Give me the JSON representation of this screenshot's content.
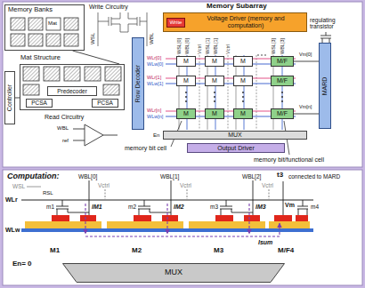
{
  "diagram": {
    "nodes": [
      {
        "text": [
          "Memory Banks"
        ]
      },
      {
        "text": [
          "Mat Structure"
        ]
      },
      {
        "text": [
          "Predecoder"
        ],
        "in": 1
      },
      {
        "text": [
          "PCSA"
        ],
        "in": 1
      },
      {
        "text": [
          "PCSA"
        ],
        "in": 1
      },
      {
        "text": [
          "Controller"
        ]
      },
      {
        "text": [
          "Voltage Driver (memory and computation)"
        ]
      },
      {
        "text": [
          "Write"
        ],
        "in": 6
      },
      {
        "text": [
          "Row Decoder"
        ]
      },
      {
        "text": [
          "MARD"
        ]
      },
      {
        "text": [
          "M"
        ]
      },
      {
        "text": [
          "M"
        ]
      },
      {
        "text": [
          "M"
        ]
      },
      {
        "text": [
          "M/F"
        ]
      },
      {
        "text": [
          "M"
        ]
      },
      {
        "text": [
          "M"
        ]
      },
      {
        "text": [
          "M"
        ]
      },
      {
        "text": [
          "M/F"
        ]
      },
      {
        "text": [
          "M"
        ]
      },
      {
        "text": [
          "M"
        ]
      },
      {
        "text": [
          "M"
        ]
      },
      {
        "text": [
          "M/F"
        ]
      },
      {
        "text": [
          "MUX"
        ]
      },
      {
        "text": [
          "Output Driver"
        ]
      },
      {
        "text": [
          "MUX"
        ]
      }
    ],
    "edges": [
      {
        "from": 0,
        "to": 1,
        "arrow": "none"
      },
      {
        "from": 5,
        "to": 1,
        "arrow": "none"
      }
    ],
    "labels": [
      "Write Circuitry",
      "WSL",
      "WBL",
      "Memory Subarray",
      "regulating transistor",
      "WSL[0]",
      "WBL[0]",
      "Vctrl",
      "WSL[1]",
      "WBL[1]",
      "Vctrl",
      "WSL[3]",
      "WBL[3]",
      "WLr[0]",
      "WLw[0]",
      "WLr[1]",
      "WLw[1]",
      "WLr[n]",
      "WLw[n]",
      "Vm[0]",
      "Vm[n]",
      "En",
      "Read Circuitry",
      "WBL",
      "ref",
      "memory bit cell",
      "memory bit/functional cell",
      "Computation:",
      "WSL",
      "WLr",
      "WLw",
      "WBL[0]",
      "WBL[1]",
      "WBL[2]",
      "Vctrl",
      "Vctrl",
      "Vctrl",
      "t3",
      "connected to MARD",
      "RSL",
      "m1",
      "m2",
      "m3",
      "m4",
      "IM1",
      "IM2",
      "IM3",
      "Isum",
      "Vm",
      "M1",
      "M2",
      "M3",
      "M/F4",
      "En= 0",
      "Mat"
    ]
  }
}
